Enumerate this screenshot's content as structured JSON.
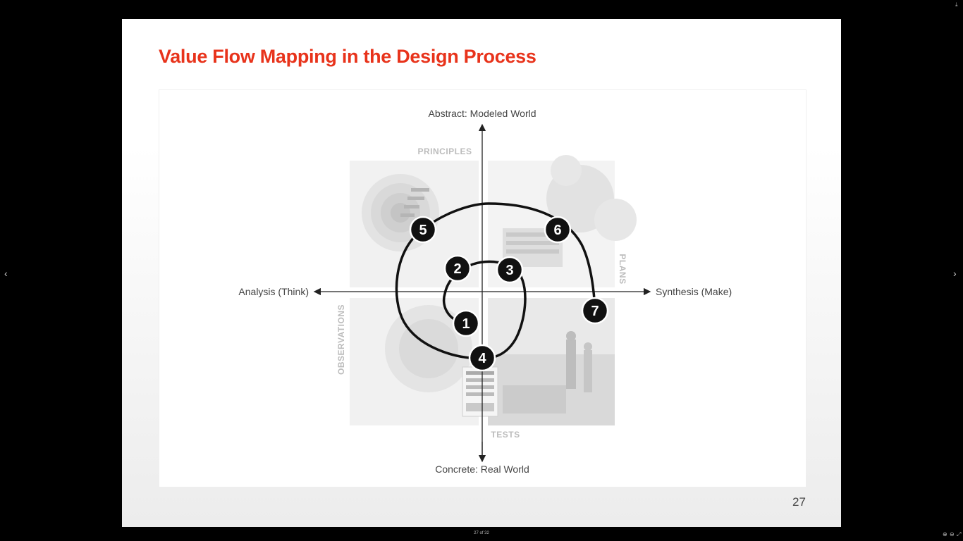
{
  "slide": {
    "title": "Value Flow Mapping in the Design Process",
    "page_number": "27"
  },
  "diagram": {
    "axis_top": "Abstract: Modeled World",
    "axis_bottom": "Concrete: Real World",
    "axis_left": "Analysis (Think)",
    "axis_right": "Synthesis (Make)",
    "quadrants": {
      "principles": "PRINCIPLES",
      "plans": "PLANS",
      "observations": "OBSERVATIONS",
      "tests": "TESTS"
    },
    "steps": [
      "1",
      "2",
      "3",
      "4",
      "5",
      "6",
      "7"
    ]
  },
  "viewer": {
    "page_indicator": "27 of 32",
    "prev_icon": "chevron-left-icon",
    "next_icon": "chevron-right-icon",
    "zoom_in_icon": "zoom-in-icon",
    "zoom_out_icon": "zoom-out-icon",
    "fit_icon": "fit-screen-icon",
    "download_icon": "download-icon"
  }
}
